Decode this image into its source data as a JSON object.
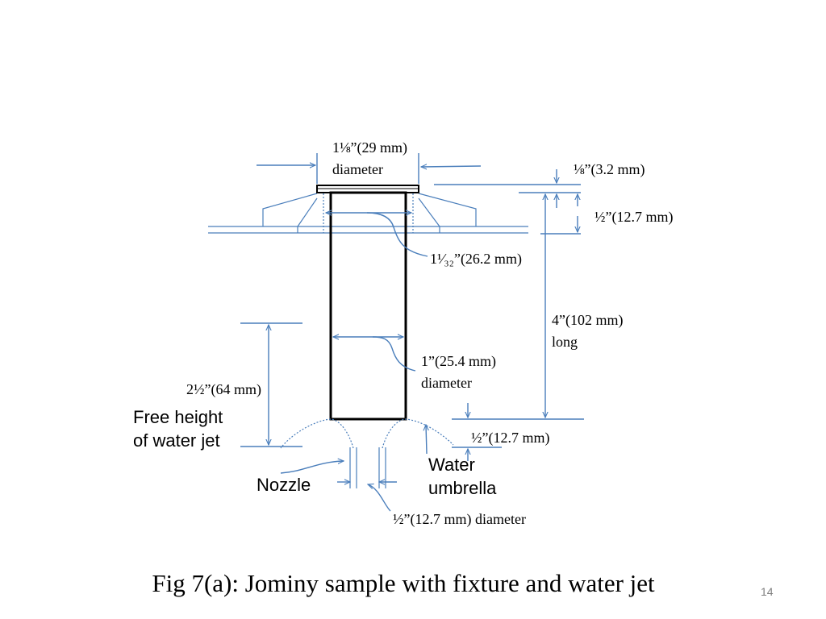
{
  "labels": {
    "top_diameter": "1⅛”(29 mm)",
    "top_diameter_word": "diameter",
    "flange_thickness": "⅛”(3.2 mm)",
    "fixture_depth": "½”(12.7 mm)",
    "inner_diameter": "1¹⁄₃₂”(26.2 mm)",
    "length": "4”(102 mm)",
    "length_word": "long",
    "sample_diameter": "1”(25.4 mm)",
    "sample_diameter_word": "diameter",
    "jet_height": "2½”(64 mm)",
    "free_height_line1": "Free height",
    "free_height_line2": "of water jet",
    "gap": "½”(12.7 mm)",
    "water_line1": "Water",
    "water_line2": "umbrella",
    "nozzle": "Nozzle",
    "nozzle_diameter": "½”(12.7 mm) diameter"
  },
  "caption": "Fig 7(a): Jominy sample with fixture and water jet",
  "page_number": "14",
  "colors": {
    "dimension_line": "#4a7ebb",
    "sample_outline": "#000000",
    "fixture_line": "#4a7ebb"
  }
}
